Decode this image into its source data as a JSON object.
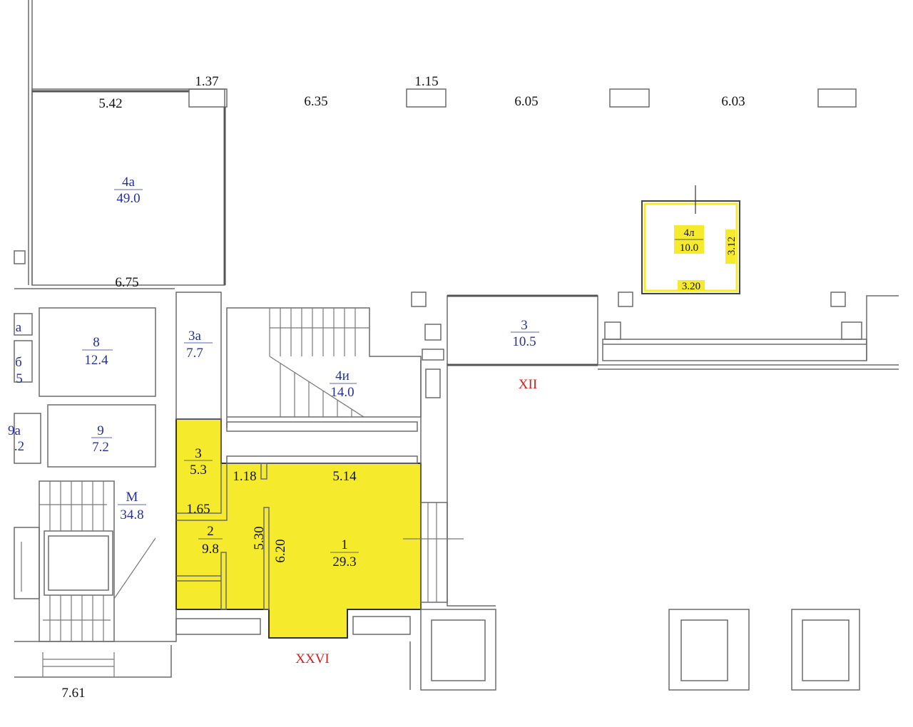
{
  "colors": {
    "highlight": "#f5ea2c",
    "room_label": "#2430a0",
    "axis_label": "#d41f1f",
    "dimension": "#111111"
  },
  "dimensions": {
    "d542": "5.42",
    "d137": "1.37",
    "d635": "6.35",
    "d115": "1.15",
    "d605": "6.05",
    "d603": "6.03",
    "d675": "6.75",
    "d312": "3.12",
    "d320": "3.20",
    "d118": "1.18",
    "d514": "5.14",
    "d165": "1.65",
    "d530": "5.30",
    "d620": "6.20",
    "d761": "7.61"
  },
  "rooms": {
    "r4a": {
      "num": "4а",
      "area": "49.0"
    },
    "r4l": {
      "num": "4л",
      "area": "10.0"
    },
    "r8": {
      "num": "8",
      "area": "12.4"
    },
    "r9": {
      "num": "9",
      "area": "7.2"
    },
    "r3a": {
      "num": "3а",
      "area": "7.7"
    },
    "r4i": {
      "num": "4и",
      "area": "14.0"
    },
    "r3_right": {
      "num": "3",
      "area": "10.5"
    },
    "r3": {
      "num": "3",
      "area": "5.3"
    },
    "r2": {
      "num": "2",
      "area": "9.8"
    },
    "r1": {
      "num": "1",
      "area": "29.3"
    },
    "rM": {
      "num": "М",
      "area": "34.8"
    },
    "partial": {
      "a": "а",
      "b": "б",
      "c": "5",
      "d": "9а",
      "e": ".2"
    }
  },
  "axes": {
    "xii": "XII",
    "xxvi": "XXVI"
  }
}
